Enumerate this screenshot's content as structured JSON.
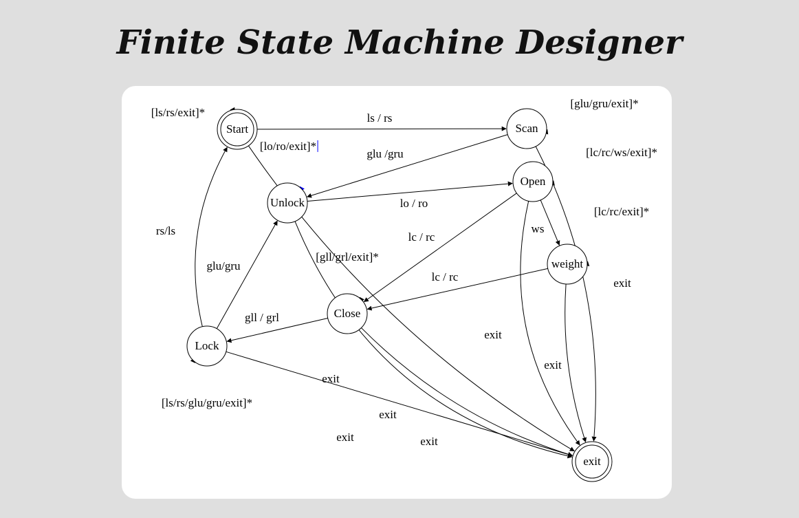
{
  "app": {
    "title": "Finite State Machine Designer"
  },
  "diagram": {
    "nodes": [
      {
        "id": "start",
        "label": "Start",
        "accept": true,
        "selected": false
      },
      {
        "id": "scan",
        "label": "Scan",
        "accept": false,
        "selected": false
      },
      {
        "id": "unlock",
        "label": "Unlock",
        "accept": false,
        "selected": false
      },
      {
        "id": "open",
        "label": "Open",
        "accept": false,
        "selected": false
      },
      {
        "id": "weight",
        "label": "weight",
        "accept": false,
        "selected": false
      },
      {
        "id": "close",
        "label": "Close",
        "accept": false,
        "selected": false
      },
      {
        "id": "lock",
        "label": "Lock",
        "accept": false,
        "selected": false
      },
      {
        "id": "exit",
        "label": "exit",
        "accept": true,
        "selected": false
      }
    ],
    "self_loops": [
      {
        "node": "start",
        "label": "[ls/rs/exit]*",
        "selected": false
      },
      {
        "node": "scan",
        "label": "[glu/gru/exit]*",
        "selected": false
      },
      {
        "node": "unlock",
        "label": "[lo/ro/exit]*",
        "selected": true
      },
      {
        "node": "open",
        "label": "[lc/rc/ws/exit]*",
        "selected": false
      },
      {
        "node": "weight",
        "label": "[lc/rc/exit]*",
        "selected": false
      },
      {
        "node": "close",
        "label": "[gll/grl/exit]*",
        "selected": false
      },
      {
        "node": "lock",
        "label": "[ls/rs/glu/gru/exit]*",
        "selected": false
      }
    ],
    "edges": [
      {
        "from": "start",
        "to": "scan",
        "label": "ls / rs"
      },
      {
        "from": "scan",
        "to": "unlock",
        "label": "glu /gru"
      },
      {
        "from": "unlock",
        "to": "open",
        "label": "lo / ro"
      },
      {
        "from": "open",
        "to": "close",
        "label": "lc / rc"
      },
      {
        "from": "open",
        "to": "weight",
        "label": "ws"
      },
      {
        "from": "weight",
        "to": "close",
        "label": "lc / rc"
      },
      {
        "from": "close",
        "to": "lock",
        "label": "gll / grl"
      },
      {
        "from": "lock",
        "to": "unlock",
        "label": "glu/gru"
      },
      {
        "from": "lock",
        "to": "start",
        "label": "rs/ls"
      },
      {
        "from": "scan",
        "to": "exit",
        "label": "exit"
      },
      {
        "from": "open",
        "to": "exit",
        "label": "exit"
      },
      {
        "from": "weight",
        "to": "exit",
        "label": "exit"
      },
      {
        "from": "start",
        "to": "exit",
        "label": "exit"
      },
      {
        "from": "close",
        "to": "exit",
        "label": "exit"
      },
      {
        "from": "unlock",
        "to": "exit",
        "label": "exit"
      },
      {
        "from": "lock",
        "to": "exit",
        "label": "exit"
      }
    ]
  },
  "colors": {
    "page_background": "#dfdfdf",
    "canvas_background": "#ffffff",
    "stroke": "#000000",
    "selected": "#0000ff"
  }
}
